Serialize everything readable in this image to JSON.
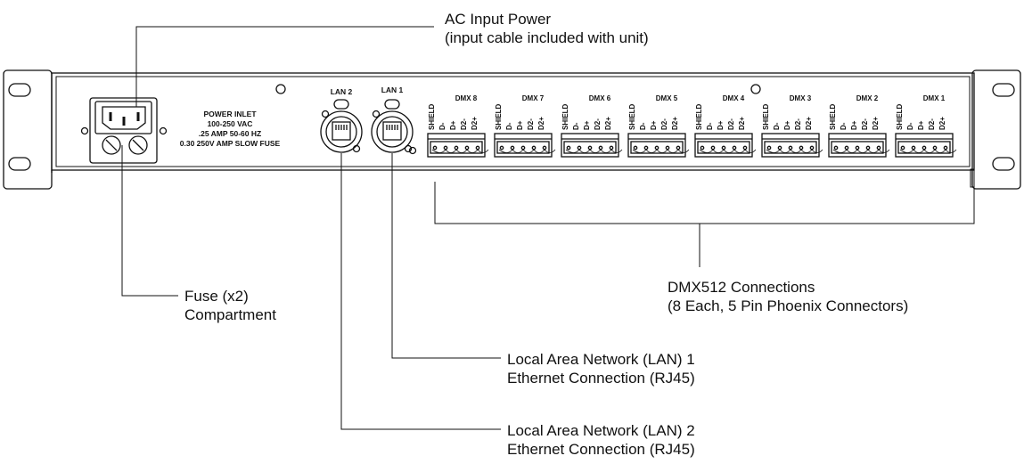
{
  "panel": {
    "power_inlet": [
      "POWER INLET",
      "100-250 VAC",
      ".25  AMP 50-60 HZ",
      "0.30 250V AMP SLOW FUSE"
    ],
    "lan_labels": [
      "LAN 2",
      "LAN 1"
    ],
    "dmx_labels": [
      "DMX 8",
      "DMX 7",
      "DMX 6",
      "DMX 5",
      "DMX 4",
      "DMX 3",
      "DMX 2",
      "DMX 1"
    ],
    "pin_labels": [
      "SHIELD",
      "D-",
      "D+",
      "D2-",
      "D2+"
    ]
  },
  "callouts": {
    "ac_power": [
      "AC Input Power",
      "(input cable included with unit)"
    ],
    "fuse": [
      "Fuse (x2)",
      "Compartment"
    ],
    "dmx": [
      "DMX512 Connections",
      "(8 Each, 5 Pin Phoenix Connectors)"
    ],
    "lan1": [
      "Local Area Network (LAN) 1",
      "Ethernet Connection (RJ45)"
    ],
    "lan2": [
      "Local Area Network (LAN) 2",
      "Ethernet Connection (RJ45)"
    ]
  }
}
